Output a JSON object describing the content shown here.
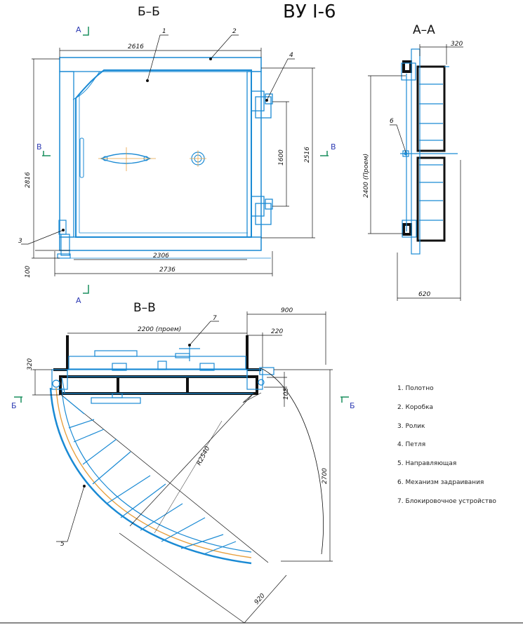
{
  "drawing_title": "ВУ I-6",
  "views": {
    "bb": {
      "title": "Б–Б"
    },
    "aa": {
      "title": "А–А"
    },
    "vv": {
      "title": "В–В"
    }
  },
  "section_markers": {
    "a": "А",
    "b": "Б",
    "v": "В"
  },
  "dimensions": {
    "bb_width_top": "2616",
    "bb_height_left": "2816",
    "bb_hinge_spacing": "1600",
    "bb_height_right": "2516",
    "bb_inner_width": "2306",
    "bb_outer_width": "2736",
    "bb_bottom_offset": "100",
    "aa_depth_top": "320",
    "aa_opening": "2400 (Проем)",
    "aa_depth_bottom": "620",
    "vv_opening": "2200 (проем)",
    "vv_top_right": "900",
    "vv_220": "220",
    "vv_320": "320",
    "vv_105": "105",
    "vv_radius": "R2540",
    "vv_height": "2700",
    "vv_bottom": "920"
  },
  "callouts": [
    "1",
    "2",
    "3",
    "4",
    "5",
    "6",
    "7"
  ],
  "legend": [
    "1. Полотно",
    "2. Коробка",
    "3. Ролик",
    "4. Петля",
    "5. Направляющая",
    "6. Механизм задраивания",
    "7. Блокировочное устройство"
  ],
  "colors": {
    "line": "#1a8ad4",
    "wall": "#111111",
    "cut_marker": "#2d3ab3",
    "marker_tick": "#1a8f5f",
    "guide": "#e8a040"
  }
}
